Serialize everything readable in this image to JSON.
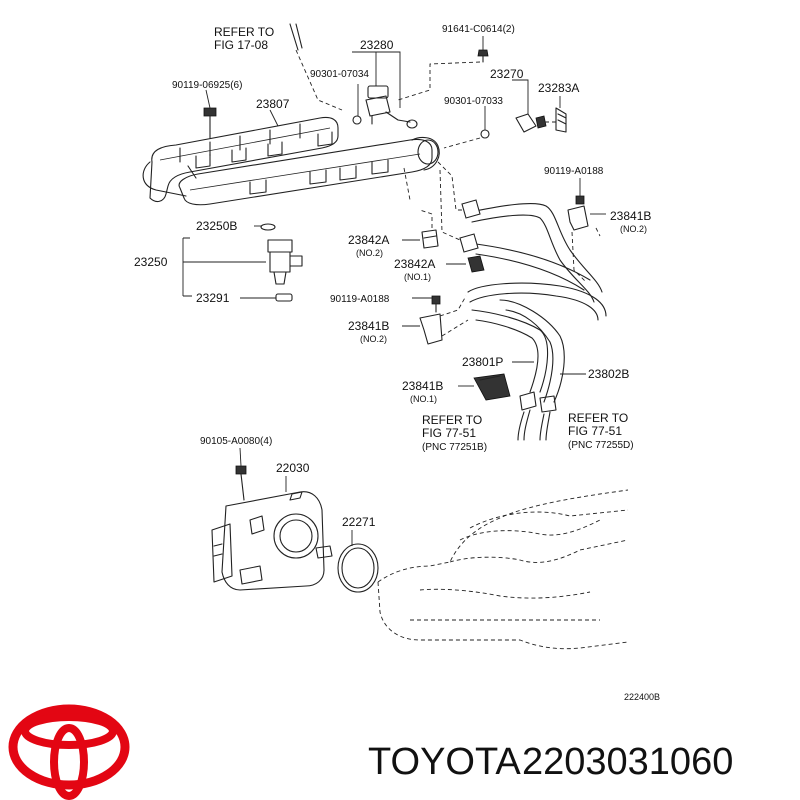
{
  "labels": {
    "ref_17_08": [
      "REFER TO",
      "FIG 17-08"
    ],
    "p_91641": "91641-C0614(2)",
    "p_23280": "23280",
    "p_90301_07034": "90301-07034",
    "p_23270": "23270",
    "p_90119_06925": "90119-06925(6)",
    "p_90301_07033": "90301-07033",
    "p_23283A": "23283A",
    "p_23807": "23807",
    "p_90119_A0188_top": "90119-A0188",
    "p_23841B_top": "23841B",
    "no2_top": "(NO.2)",
    "p_23250B": "23250B",
    "p_23842A_1": "23842A",
    "no2_mid": "(NO.2)",
    "p_23250": "23250",
    "p_23842A_2": "23842A",
    "no1_mid": "(NO.1)",
    "p_23291": "23291",
    "p_90119_A0188_mid": "90119-A0188",
    "p_23841B_mid": "23841B",
    "no2_low": "(NO.2)",
    "p_23801P": "23801P",
    "p_23802B": "23802B",
    "p_23841B_low": "23841B",
    "no1_low": "(NO.1)",
    "ref_77_51_B": [
      "REFER TO",
      "FIG 77-51",
      "(PNC 77251B)"
    ],
    "ref_77_51_D": [
      "REFER TO",
      "FIG 77-51",
      "(PNC 77255D)"
    ],
    "p_90105": "90105-A0080(4)",
    "p_22030": "22030",
    "p_22271": "22271",
    "drawing_code": "222400B"
  },
  "footer": {
    "brand": "TOYOTA",
    "part_number": "2203031060",
    "logo": "toyota-logo-icon",
    "logo_color": "#e30613"
  }
}
